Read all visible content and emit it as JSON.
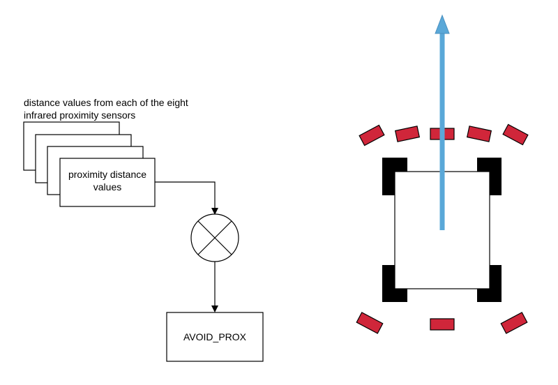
{
  "caption": {
    "line1": "distance values from each of the eight",
    "line2": "infrared proximity sensors"
  },
  "sensor_box": {
    "line1": "proximity distance",
    "line2": "values"
  },
  "output_box": {
    "label": "AVOID_PROX"
  },
  "colors": {
    "sensor_fill": "#d0263a",
    "arrow": "#5aa8d8",
    "wheel": "#000000",
    "stroke": "#000000"
  },
  "robot": {
    "front_sensor_count": 5,
    "rear_sensor_count": 3,
    "wheel_count": 4,
    "heading": "up"
  }
}
